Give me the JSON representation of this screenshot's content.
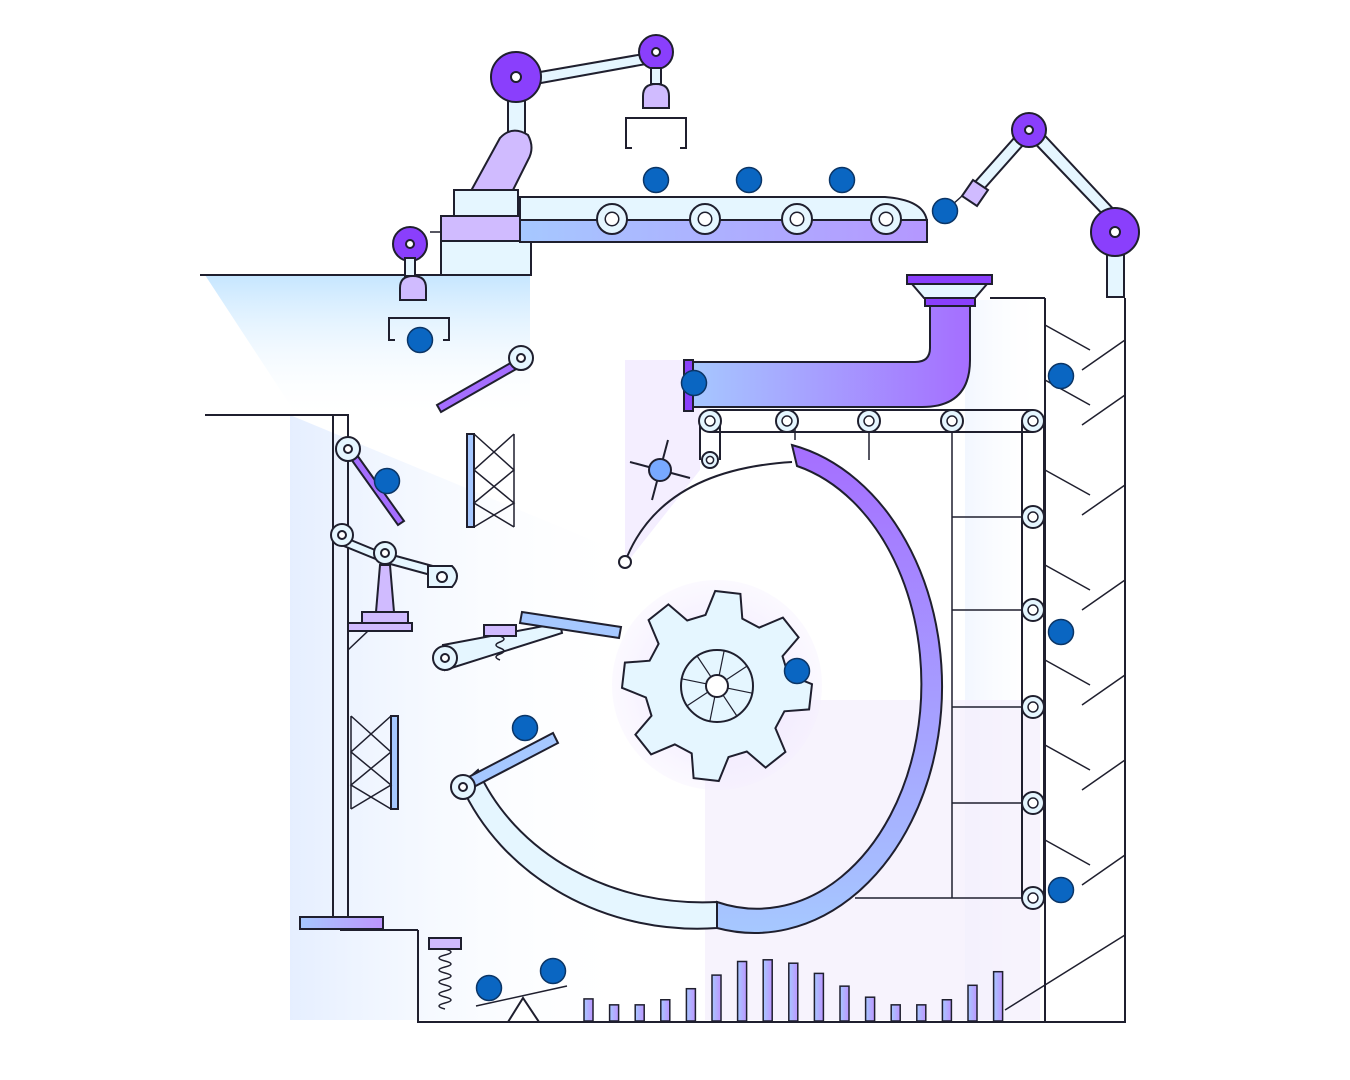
{
  "colors": {
    "line": "#1f1f2e",
    "ball": "#0a66c2",
    "violet": "#8a3ffc",
    "lavender": "#d0bbff",
    "ice": "#e5f6ff",
    "sky": "#a6c8ff",
    "wash": "#e8f1ff"
  },
  "icons": {
    "robot_arm_joint": "circle-with-pin",
    "gripper": "bracket-claw",
    "gear": "eight-tooth-cog",
    "spinner": "four-blade-rotor",
    "pulley": "ringed-circle"
  },
  "machine": {
    "balls_on_top_conveyor": 3,
    "balls_total": 14,
    "meter_bar_levels": [
      0.26,
      0.19,
      0.19,
      0.25,
      0.38,
      0.54,
      0.7,
      0.72,
      0.68,
      0.56,
      0.41,
      0.28,
      0.19,
      0.19,
      0.25,
      0.42,
      0.58
    ]
  }
}
